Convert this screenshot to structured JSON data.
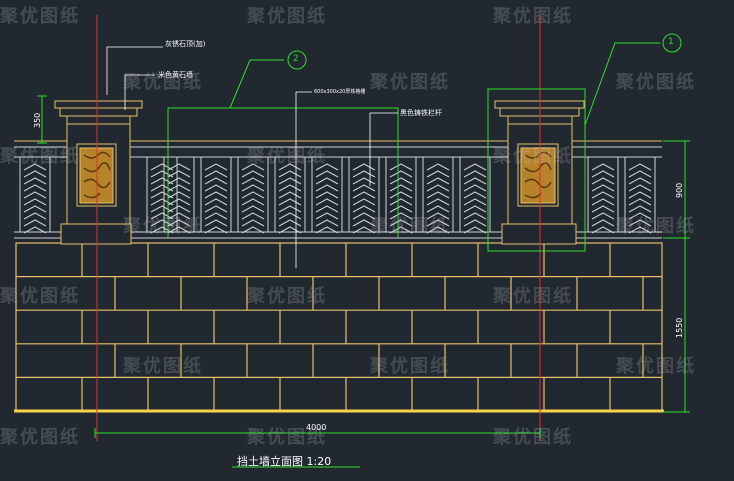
{
  "drawing": {
    "title": "挡土墙立面图 1:20",
    "annotations": {
      "cap": "灰锈石顶(加)",
      "block": "米色黄石墙",
      "grille_size": "600x300x20厚铁格栅",
      "rail": "黑色铸铁栏杆"
    },
    "callouts": [
      "2",
      "1"
    ],
    "dimensions": {
      "cap_height": "350",
      "rail_height": "900",
      "wall_height": "1550",
      "overall_width": "4000"
    },
    "watermark": "聚优图纸"
  },
  "colors": {
    "background": "#212830",
    "masonry": "#e7c069",
    "centerline": "#e0302b",
    "leader": "#2ae02a",
    "rail": "#cfd2d6",
    "panel": "#d4a23a"
  }
}
